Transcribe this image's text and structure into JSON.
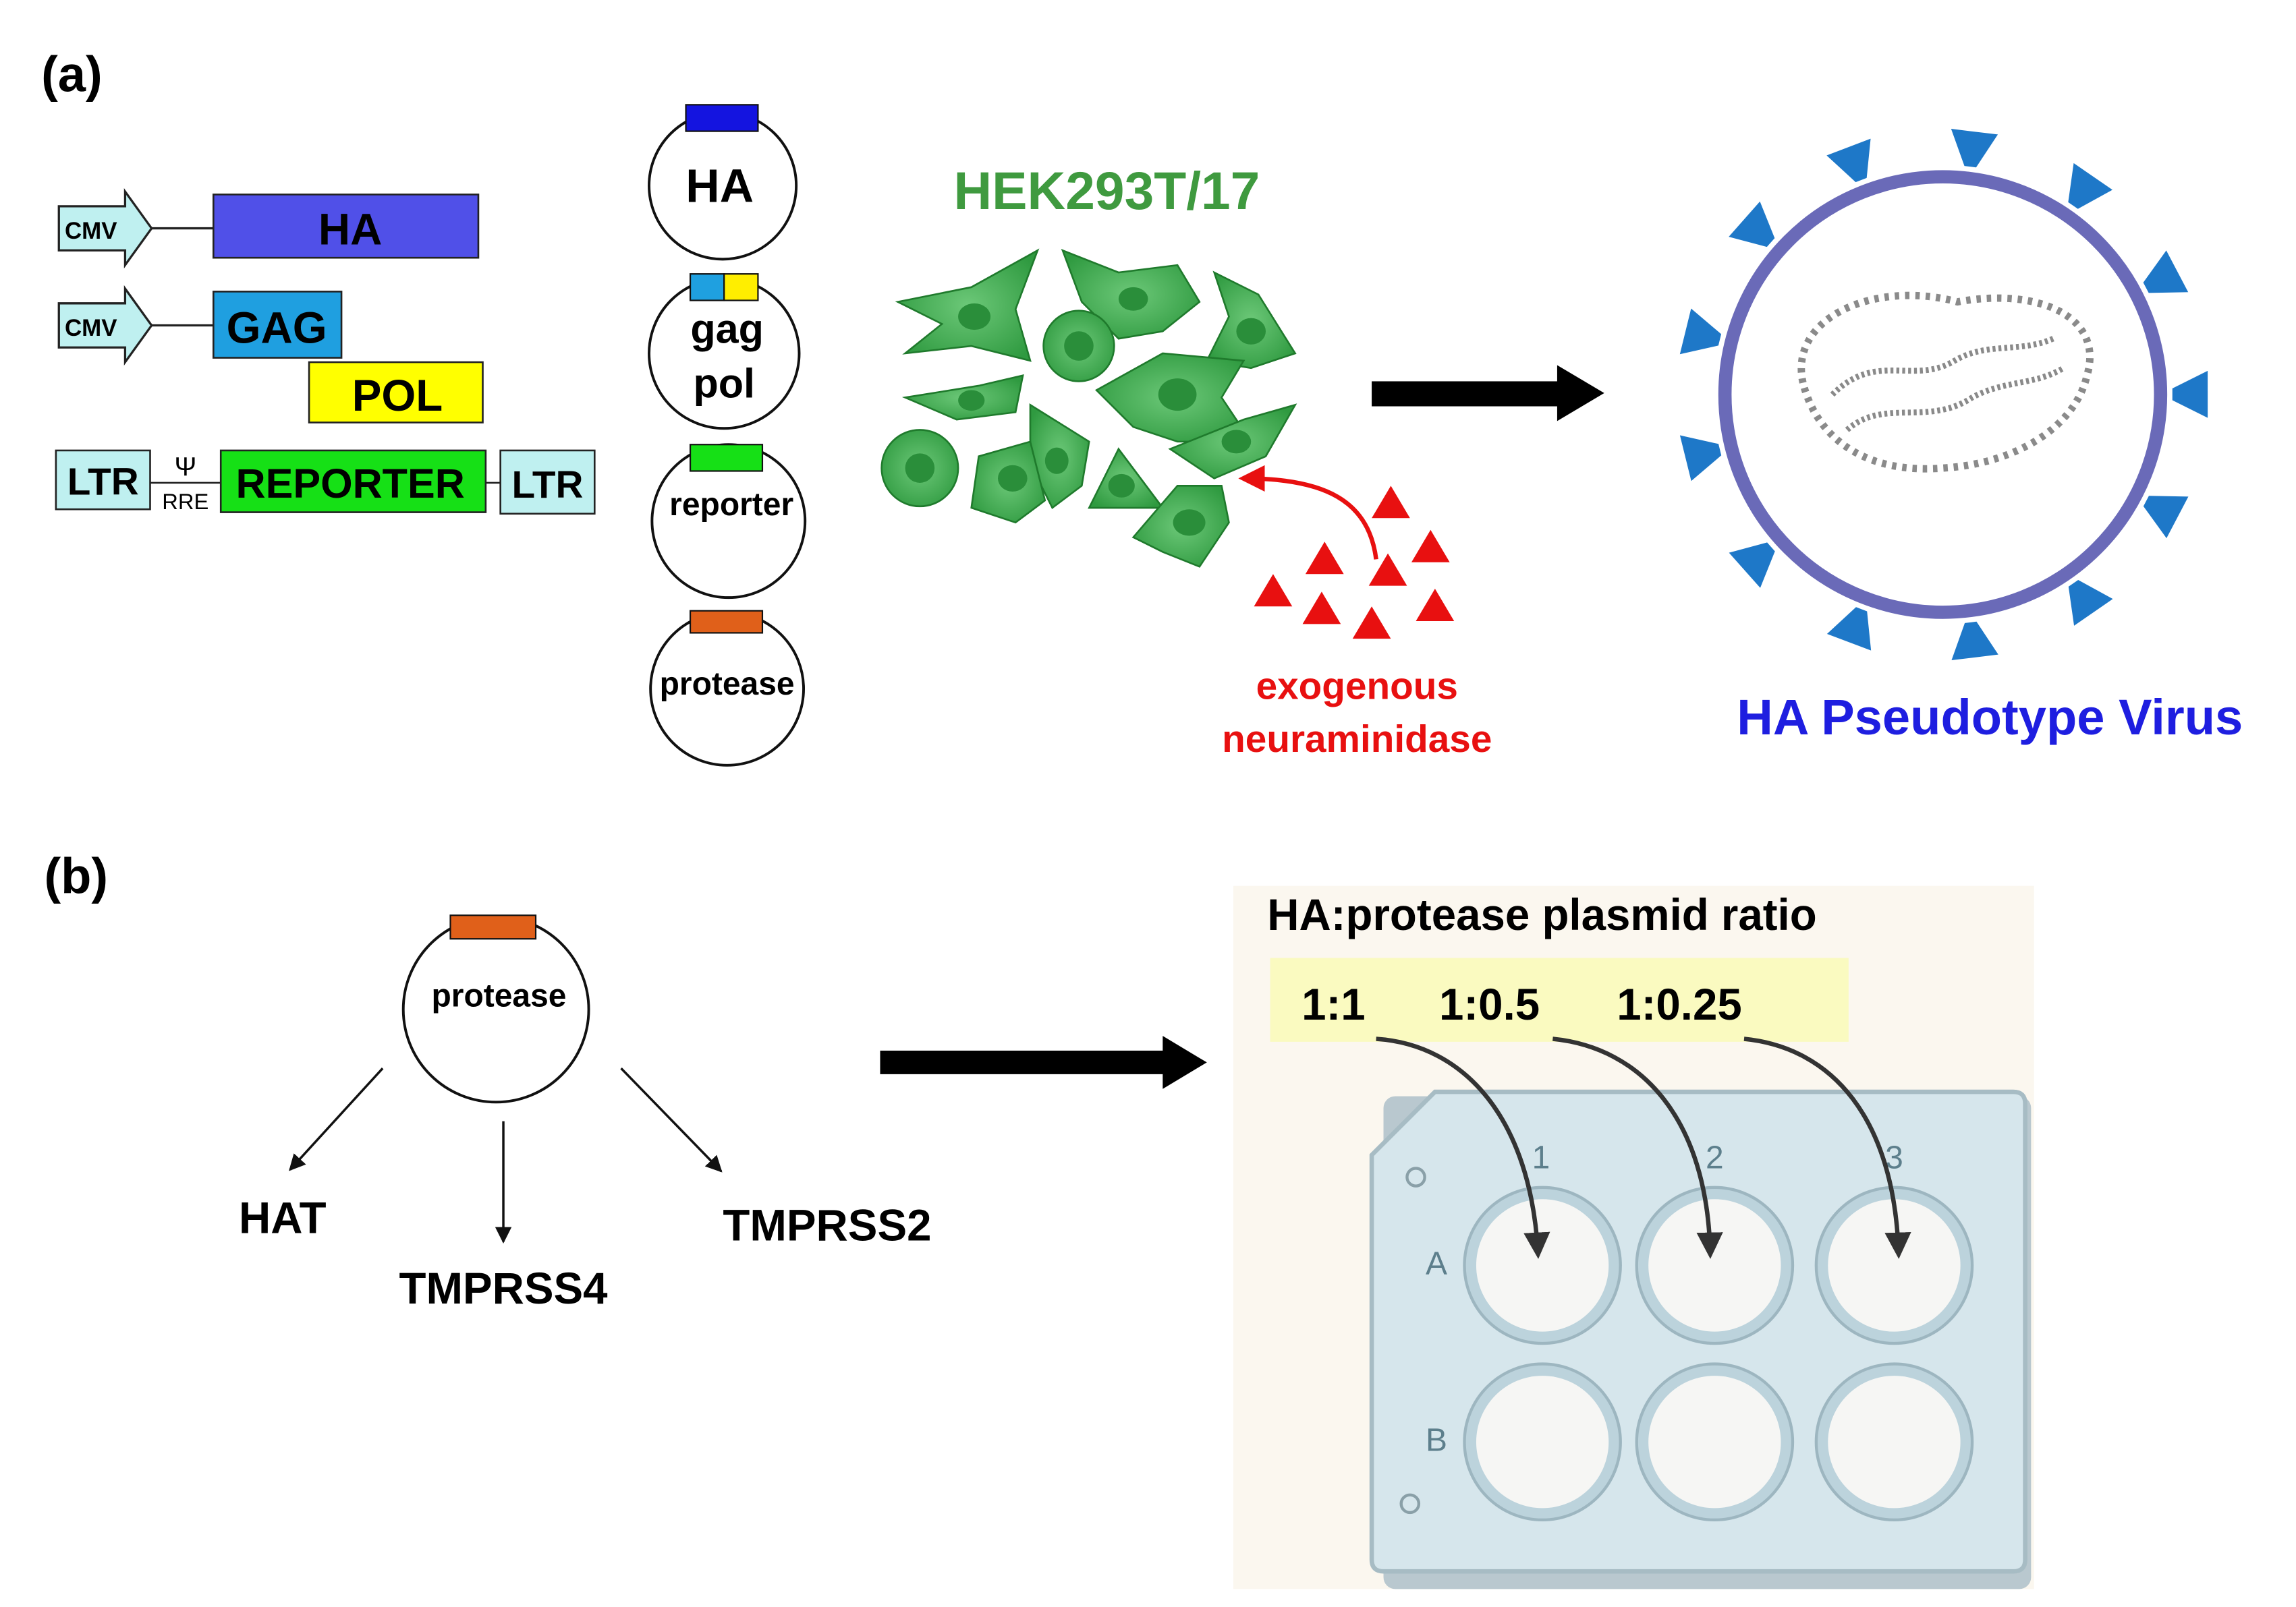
{
  "panel_a": {
    "label": "(a)",
    "constructs": {
      "cmv_1": "CMV",
      "ha": "HA",
      "cmv_2": "CMV",
      "gag": "GAG",
      "pol": "POL",
      "ltr_left": "LTR",
      "psi": "Ψ",
      "rre": "RRE",
      "reporter": "REPORTER",
      "ltr_right": "LTR"
    },
    "plasmids": {
      "ha": "HA",
      "gag": "gag",
      "pol": "pol",
      "reporter": "reporter",
      "protease": "protease"
    },
    "cell_line": "HEK293T/17",
    "enzyme_line1": "exogenous",
    "enzyme_line2": "neuraminidase",
    "product": "HA Pseudotype Virus",
    "colors": {
      "ha": "#5050e8",
      "gag": "#1f9fe0",
      "pol": "#ffff00",
      "reporter": "#16e016",
      "protease": "#e0601a",
      "ltr": "#bff0f0",
      "cells": "#3aa64a",
      "cell_line_text": "#3f9a3f",
      "enzyme": "#e81010",
      "virus_envelope": "#7a7ac8",
      "virus_spike": "#1e78c8",
      "product_text": "#1e1ee0"
    }
  },
  "panel_b": {
    "label": "(b)",
    "plasmid": "protease",
    "proteases": [
      "HAT",
      "TMPRSS4",
      "TMPRSS2"
    ],
    "ratio_title": "HA:protease plasmid ratio",
    "ratios": [
      "1:1",
      "1:0.5",
      "1:0.25"
    ],
    "plate": {
      "columns": [
        "1",
        "2",
        "3"
      ],
      "rows": [
        "A",
        "B"
      ]
    }
  }
}
